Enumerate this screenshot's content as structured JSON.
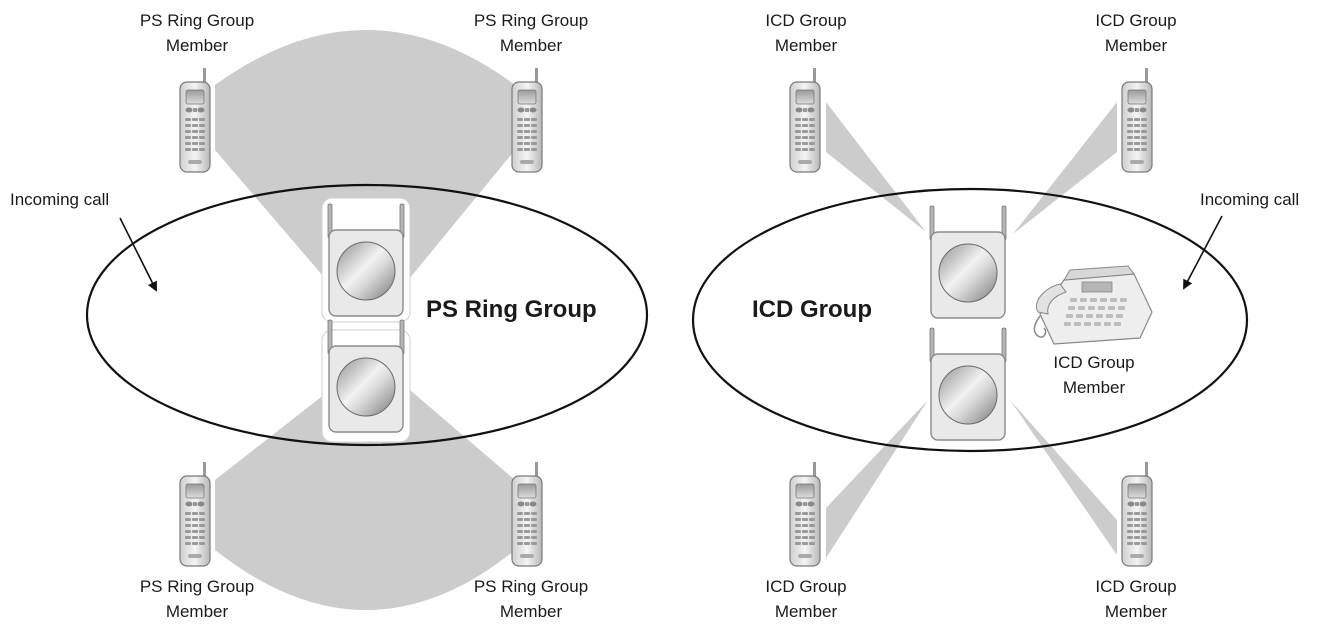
{
  "left_diagram": {
    "group_title": "PS Ring Group",
    "incoming_call": "Incoming call",
    "members": [
      {
        "line1": "PS Ring Group",
        "line2": "Member"
      },
      {
        "line1": "PS Ring Group",
        "line2": "Member"
      },
      {
        "line1": "PS Ring Group",
        "line2": "Member"
      },
      {
        "line1": "PS Ring Group",
        "line2": "Member"
      }
    ]
  },
  "right_diagram": {
    "group_title": "ICD Group",
    "incoming_call": "Incoming call",
    "members": [
      {
        "line1": "ICD Group",
        "line2": "Member"
      },
      {
        "line1": "ICD Group",
        "line2": "Member"
      },
      {
        "line1": "ICD Group",
        "line2": "Member"
      },
      {
        "line1": "ICD Group",
        "line2": "Member"
      },
      {
        "line1": "ICD Group",
        "line2": "Member"
      }
    ]
  },
  "colors": {
    "coverage_fill": "#cccccc",
    "outline": "#111111",
    "device_light": "#e6e6e6",
    "device_dark": "#8f8f8f"
  }
}
